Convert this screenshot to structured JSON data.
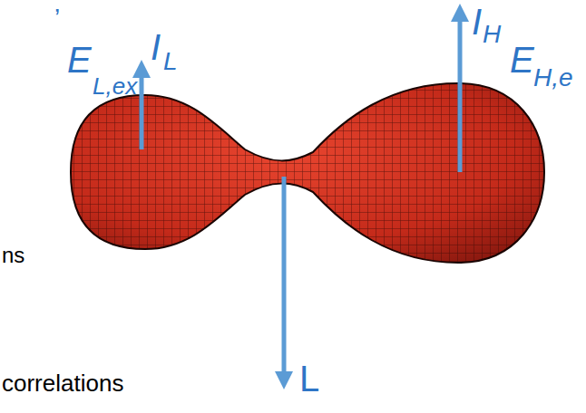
{
  "diagram": {
    "labels": [
      "’",
      "E",
      "L,ex",
      "I",
      "L",
      "I",
      "H",
      "E",
      "H,e",
      "ns",
      "L",
      "correlations"
    ]
  }
}
